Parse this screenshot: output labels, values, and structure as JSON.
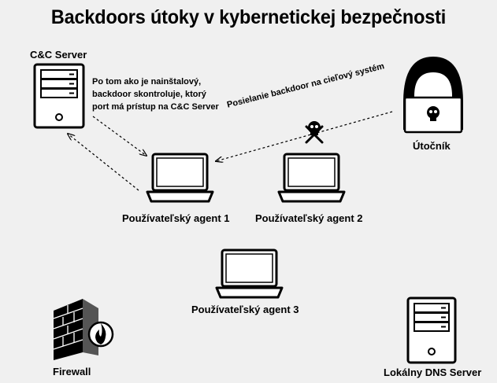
{
  "title": "Backdoors útoky v kybernetickej bezpečnosti",
  "nodes": {
    "cc_server": "C&C Server",
    "attacker": "Útočník",
    "agent1": "Používateľský agent 1",
    "agent2": "Používateľský agent 2",
    "agent3": "Používateľský agent 3",
    "firewall": "Firewall",
    "dns": "Lokálny DNS Server"
  },
  "annotations": {
    "cc_note_line1": "Po tom ako je nainštalový,",
    "cc_note_line2": "backdoor skontroluje, ktorý",
    "cc_note_line3": "port má prístup na C&C Server",
    "send_label": "Posielanie backdoor na cieľový systém"
  },
  "colors": {
    "background": "#f0f0f0",
    "ink": "#000000",
    "fill": "#ffffff"
  }
}
